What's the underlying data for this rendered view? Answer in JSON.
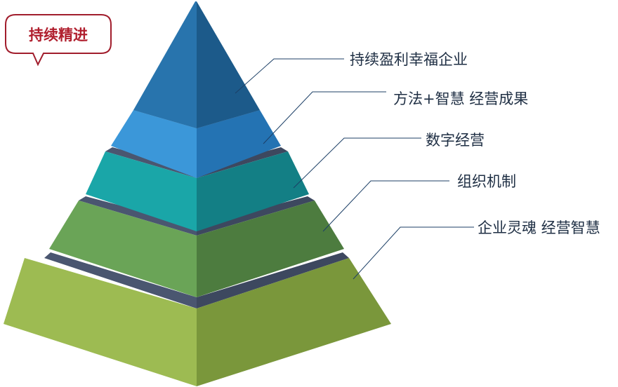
{
  "callout": {
    "text": "持续精进",
    "border_color": "#a11d2c"
  },
  "layers": [
    {
      "id": "layer-1",
      "label": "持续盈利幸福企业",
      "light": "#2874ad",
      "dark": "#1c5a8a"
    },
    {
      "id": "layer-2",
      "label": "方法+智慧 经营成果",
      "light": "#3b97d9",
      "dark": "#2473b3"
    },
    {
      "id": "layer-3",
      "label": "数字经营",
      "light": "#1aa6a8",
      "dark": "#137f85"
    },
    {
      "id": "layer-4",
      "label": "组织机制",
      "light": "#6aa457",
      "dark": "#4d7c3f"
    },
    {
      "id": "layer-5",
      "label": "企业灵魂 经营智慧",
      "light": "#9dbb52",
      "dark": "#7a973b"
    }
  ],
  "colors": {
    "separator": "#4a5670",
    "leader_line": "#1c3f66",
    "label_text": "#1f2f44"
  }
}
